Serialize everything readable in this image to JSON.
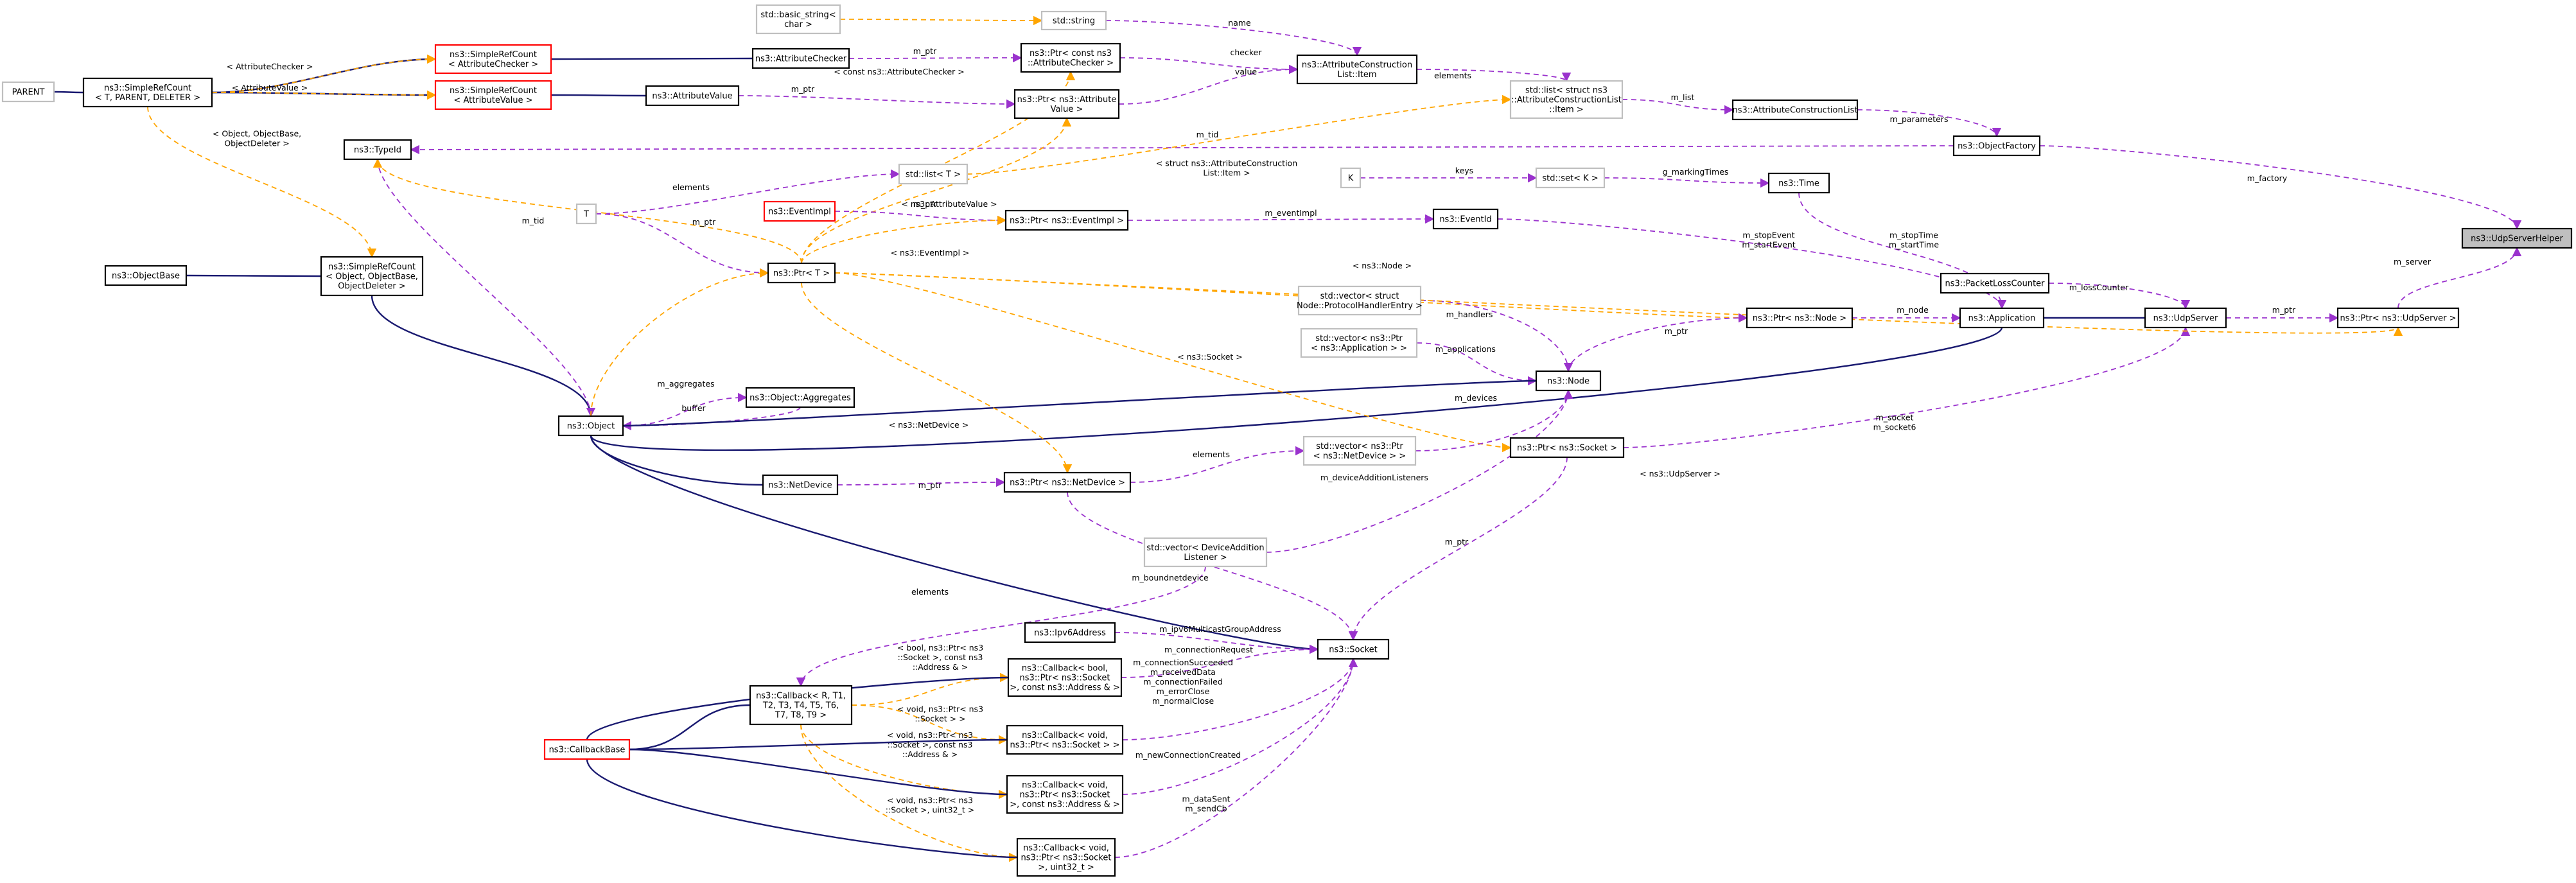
{
  "colors": {
    "inherit_edge": "#191970",
    "usage_edge": "#9a32cd",
    "template_edge": "#ffa500",
    "highlight_node": "#bfbfbf",
    "undocumented_border": "#ff0000",
    "external_border": "#bfbfbf"
  },
  "nodes": {
    "parent": [
      "PARENT"
    ],
    "simplerefcount_generic": [
      "ns3::SimpleRefCount",
      "< T, PARENT, DELETER >"
    ],
    "simplerefcount_attrchecker": [
      "ns3::SimpleRefCount",
      "< AttributeChecker >"
    ],
    "simplerefcount_attrvalue": [
      "ns3::SimpleRefCount",
      "< AttributeValue >"
    ],
    "basic_string": [
      "std::basic_string<",
      "char >"
    ],
    "std_string": [
      "std::string"
    ],
    "attribute_checker": [
      "ns3::AttributeChecker"
    ],
    "attribute_value": [
      "ns3::AttributeValue"
    ],
    "ptr_attrchecker": [
      "ns3::Ptr< const ns3",
      "::AttributeChecker >"
    ],
    "ptr_attrvalue": [
      "ns3::Ptr< ns3::Attribute",
      "Value >"
    ],
    "attrconst_item": [
      "ns3::AttributeConstruction",
      "List::Item"
    ],
    "std_list_item": [
      "std::list< struct ns3",
      "::AttributeConstructionList",
      "::Item >"
    ],
    "attrconst_list": [
      "ns3::AttributeConstructionList"
    ],
    "object_factory": [
      "ns3::ObjectFactory"
    ],
    "udpserverhelper": [
      "ns3::UdpServerHelper"
    ],
    "typeid": [
      "ns3::TypeId"
    ],
    "std_list_t": [
      "std::list< T >"
    ],
    "t": [
      "T"
    ],
    "k": [
      "K"
    ],
    "std_set_k": [
      "std::set< K >"
    ],
    "time": [
      "ns3::Time"
    ],
    "eventimpl": [
      "ns3::EventImpl"
    ],
    "ptr_eventimpl": [
      "ns3::Ptr< ns3::EventImpl >"
    ],
    "eventid": [
      "ns3::EventId"
    ],
    "ptr_t": [
      "ns3::Ptr< T >"
    ],
    "objectbase": [
      "ns3::ObjectBase"
    ],
    "simplerefcount_object": [
      "ns3::SimpleRefCount",
      "< Object, ObjectBase,",
      "ObjectDeleter >"
    ],
    "protocol_handler_vec": [
      "std::vector< struct",
      "Node::ProtocolHandlerEntry >"
    ],
    "application_vec": [
      "std::vector< ns3::Ptr",
      "< ns3::Application > >"
    ],
    "packet_loss_counter": [
      "ns3::PacketLossCounter"
    ],
    "ptr_node": [
      "ns3::Ptr< ns3::Node >"
    ],
    "application": [
      "ns3::Application"
    ],
    "udpserver": [
      "ns3::UdpServer"
    ],
    "ptr_udpserver": [
      "ns3::Ptr< ns3::UdpServer >"
    ],
    "object": [
      "ns3::Object"
    ],
    "aggregates": [
      "ns3::Object::Aggregates"
    ],
    "node": [
      "ns3::Node"
    ],
    "netdevice_vec": [
      "std::vector< ns3::Ptr",
      "< ns3::NetDevice > >"
    ],
    "ptr_socket": [
      "ns3::Ptr< ns3::Socket >"
    ],
    "netdevice": [
      "ns3::NetDevice"
    ],
    "ptr_netdevice": [
      "ns3::Ptr< ns3::NetDevice >"
    ],
    "devaddlistener_vec": [
      "std::vector< DeviceAddition",
      "Listener >"
    ],
    "ipv6address": [
      "ns3::Ipv6Address"
    ],
    "socket": [
      "ns3::Socket"
    ],
    "callback_generic": [
      "ns3::Callback< R, T1,",
      "T2, T3, T4, T5, T6,",
      "T7, T8, T9 >"
    ],
    "callbackbase": [
      "ns3::CallbackBase"
    ],
    "cb_bool_socket_addr": [
      "ns3::Callback< bool,",
      "ns3::Ptr< ns3::Socket",
      ">, const ns3::Address & >"
    ],
    "cb_void_socket": [
      "ns3::Callback< void,",
      "ns3::Ptr< ns3::Socket > >"
    ],
    "cb_void_socket_addr": [
      "ns3::Callback< void,",
      "ns3::Ptr< ns3::Socket",
      ">, const ns3::Address & >"
    ],
    "cb_void_socket_uint": [
      "ns3::Callback< void,",
      "ns3::Ptr< ns3::Socket",
      ">, uint32_t >"
    ]
  },
  "edge_labels": {
    "simplerefcount_attrchecker_to_generic": [
      "< AttributeChecker >"
    ],
    "simplerefcount_attrvalue_to_generic": [
      "< AttributeValue >"
    ],
    "simplerefcount_object_to_generic": [
      "< Object, ObjectBase,",
      "ObjectDeleter >"
    ],
    "item_name": [
      "name"
    ],
    "item_checker": [
      "checker"
    ],
    "item_value": [
      "value"
    ],
    "attr_checker_m_ptr": [
      "m_ptr"
    ],
    "attr_value_m_ptr": [
      "m_ptr"
    ],
    "ptr_t_const_attr_checker": [
      "< const ns3::AttributeChecker >"
    ],
    "ptr_t_attr_value": [
      "< ns3::AttributeValue >"
    ],
    "list_elements": [
      "elements"
    ],
    "m_list": [
      "m_list"
    ],
    "m_parameters": [
      "m_parameters"
    ],
    "m_tid_factory": [
      "m_tid"
    ],
    "m_factory": [
      "m_factory"
    ],
    "list_t_struct_item": [
      "< struct ns3::AttributeConstruction",
      "List::Item >"
    ],
    "list_t_elements": [
      "elements"
    ],
    "keys": [
      "keys"
    ],
    "g_marking_times": [
      "g_markingTimes"
    ],
    "stop_start_time": [
      "m_stopTime",
      "m_startTime"
    ],
    "eventimpl_m_ptr": [
      "m_ptr"
    ],
    "m_event_impl": [
      "m_eventImpl"
    ],
    "ptr_t_eventimpl": [
      "< ns3::EventImpl >"
    ],
    "stop_start_event": [
      "m_stopEvent",
      "m_startEvent"
    ],
    "t_m_ptr": [
      "m_ptr"
    ],
    "m_tid_object": [
      "m_tid"
    ],
    "ptr_t_node": [
      "< ns3::Node >"
    ],
    "m_node": [
      "m_node"
    ],
    "m_ptr_node": [
      "m_ptr"
    ],
    "m_handlers": [
      "m_handlers"
    ],
    "m_applications": [
      "m_applications"
    ],
    "m_loss_counter": [
      "m_lossCounter"
    ],
    "m_server": [
      "m_server"
    ],
    "m_ptr_udpserver": [
      "m_ptr"
    ],
    "m_aggregates": [
      "m_aggregates"
    ],
    "buffer": [
      "buffer"
    ],
    "ptr_t_socket": [
      "< ns3::Socket >"
    ],
    "m_devices": [
      "m_devices"
    ],
    "m_socket": [
      "m_socket",
      "m_socket6"
    ],
    "ptr_t_netdevice": [
      "< ns3::NetDevice >"
    ],
    "netdevice_elements": [
      "elements"
    ],
    "netdevice_m_ptr": [
      "m_ptr"
    ],
    "m_device_addition_listeners": [
      "m_deviceAdditionListeners"
    ],
    "ptr_t_udpserver": [
      "< ns3::UdpServer >"
    ],
    "socket_m_ptr": [
      "m_ptr"
    ],
    "devaddlistener_elements": [
      "elements"
    ],
    "m_bound_netdevice": [
      "m_boundnetdevice"
    ],
    "m_ipv6_multicast": [
      "m_ipv6MulticastGroupAddress"
    ],
    "m_connection_request": [
      "m_connectionRequest"
    ],
    "cb_bool_tmpl": [
      "< bool, ns3::Ptr< ns3",
      "::Socket >, const ns3",
      "::Address & >"
    ],
    "socket_callbacks_multi": [
      "m_connectionSucceeded",
      "m_receivedData",
      "m_connectionFailed",
      "m_errorClose",
      "m_normalClose"
    ],
    "cb_void_socket_tmpl": [
      "< void, ns3::Ptr< ns3",
      "::Socket > >"
    ],
    "m_new_connection_created": [
      "m_newConnectionCreated"
    ],
    "cb_void_socket_addr_tmpl": [
      "< void, ns3::Ptr< ns3",
      "::Socket >, const ns3",
      "::Address & >"
    ],
    "m_data_sent": [
      "m_dataSent",
      "m_sendCb"
    ],
    "cb_void_socket_uint_tmpl": [
      "< void, ns3::Ptr< ns3",
      "::Socket >, uint32_t >"
    ]
  }
}
